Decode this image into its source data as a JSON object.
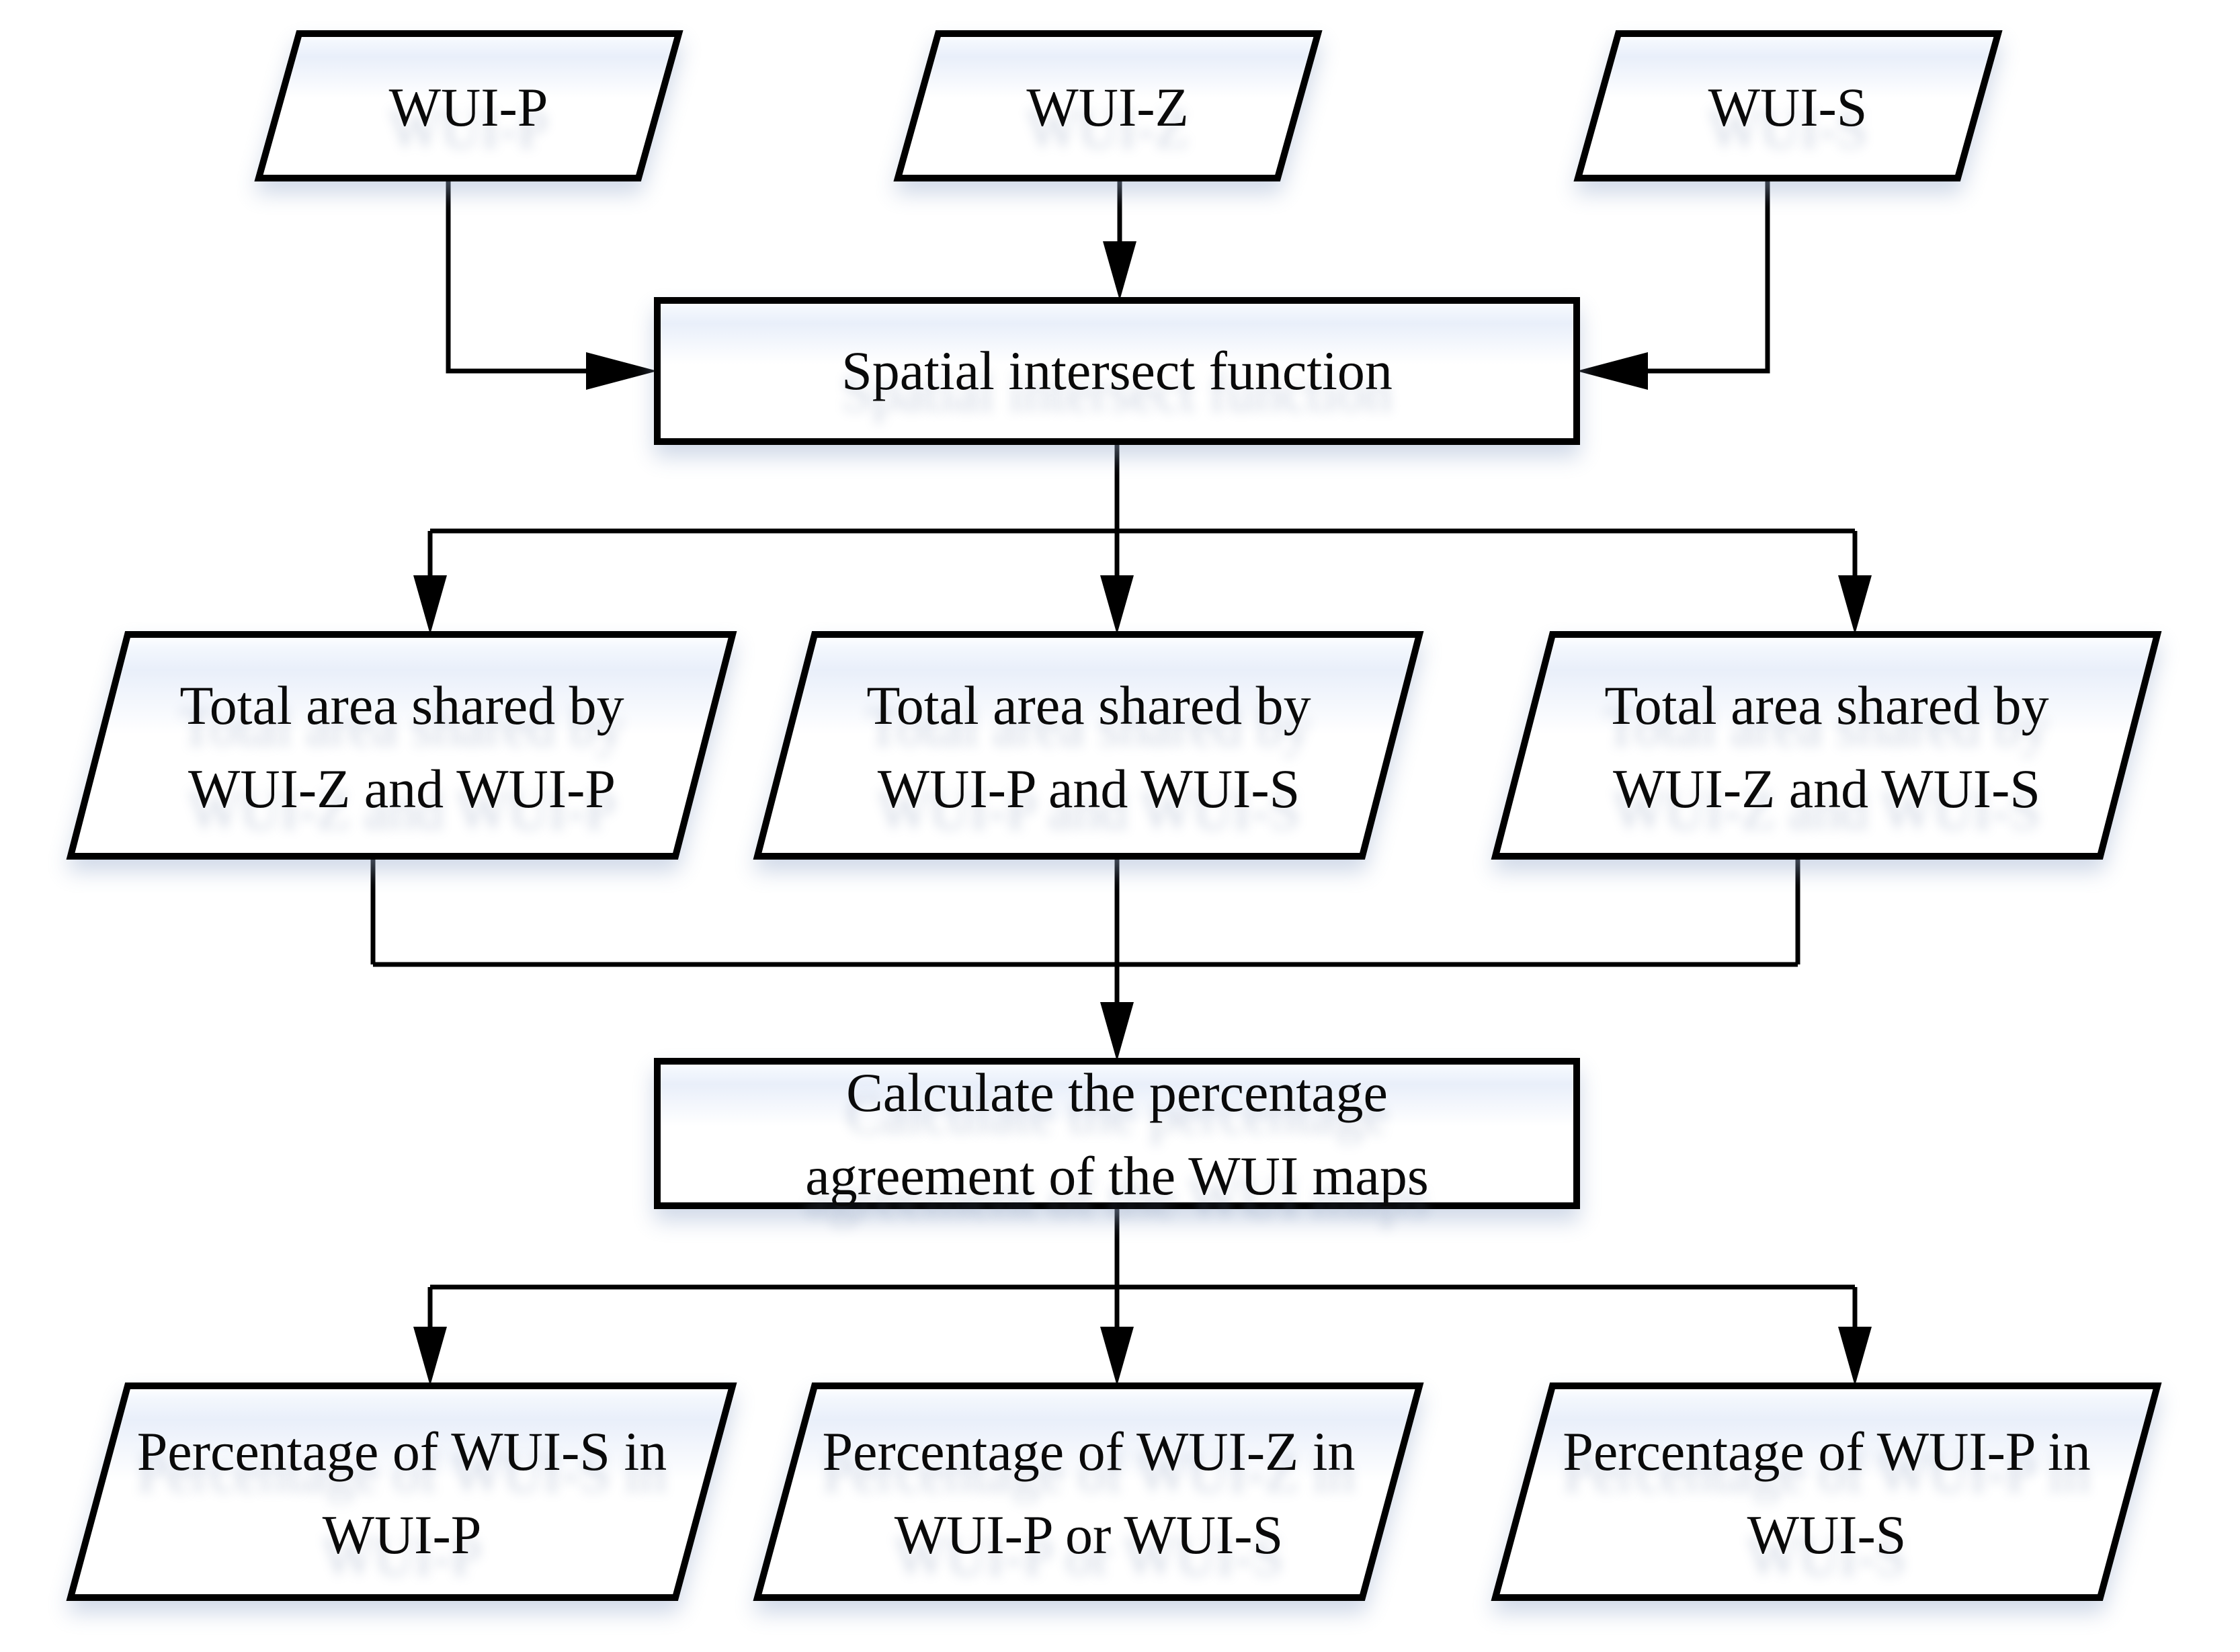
{
  "figure": {
    "type": "flowchart",
    "background_color": "#ffffff",
    "stroke_color": "#000000",
    "text_color": "#0a0a0a",
    "shadow_color": "rgba(150,170,205,0.45)"
  },
  "flowchart": {
    "inputs": [
      {
        "label": "WUI-P"
      },
      {
        "label": "WUI-Z"
      },
      {
        "label": "WUI-S"
      }
    ],
    "intersect_step": {
      "label": "Spatial intersect function"
    },
    "shared_areas": [
      {
        "line1": "Total area shared by",
        "line2": "WUI-Z and WUI-P"
      },
      {
        "line1": "Total area shared by",
        "line2": "WUI-P and WUI-S"
      },
      {
        "line1": "Total area shared by",
        "line2": "WUI-Z and WUI-S"
      }
    ],
    "percentage_step": {
      "line1": "Calculate the percentage",
      "line2": "agreement of the WUI maps"
    },
    "outputs": [
      {
        "line1": "Percentage of WUI-S in",
        "line2": "WUI-P"
      },
      {
        "line1": "Percentage of WUI-Z in",
        "line2": "WUI-P or WUI-S"
      },
      {
        "line1": "Percentage of WUI-P in",
        "line2": "WUI-S"
      }
    ]
  }
}
